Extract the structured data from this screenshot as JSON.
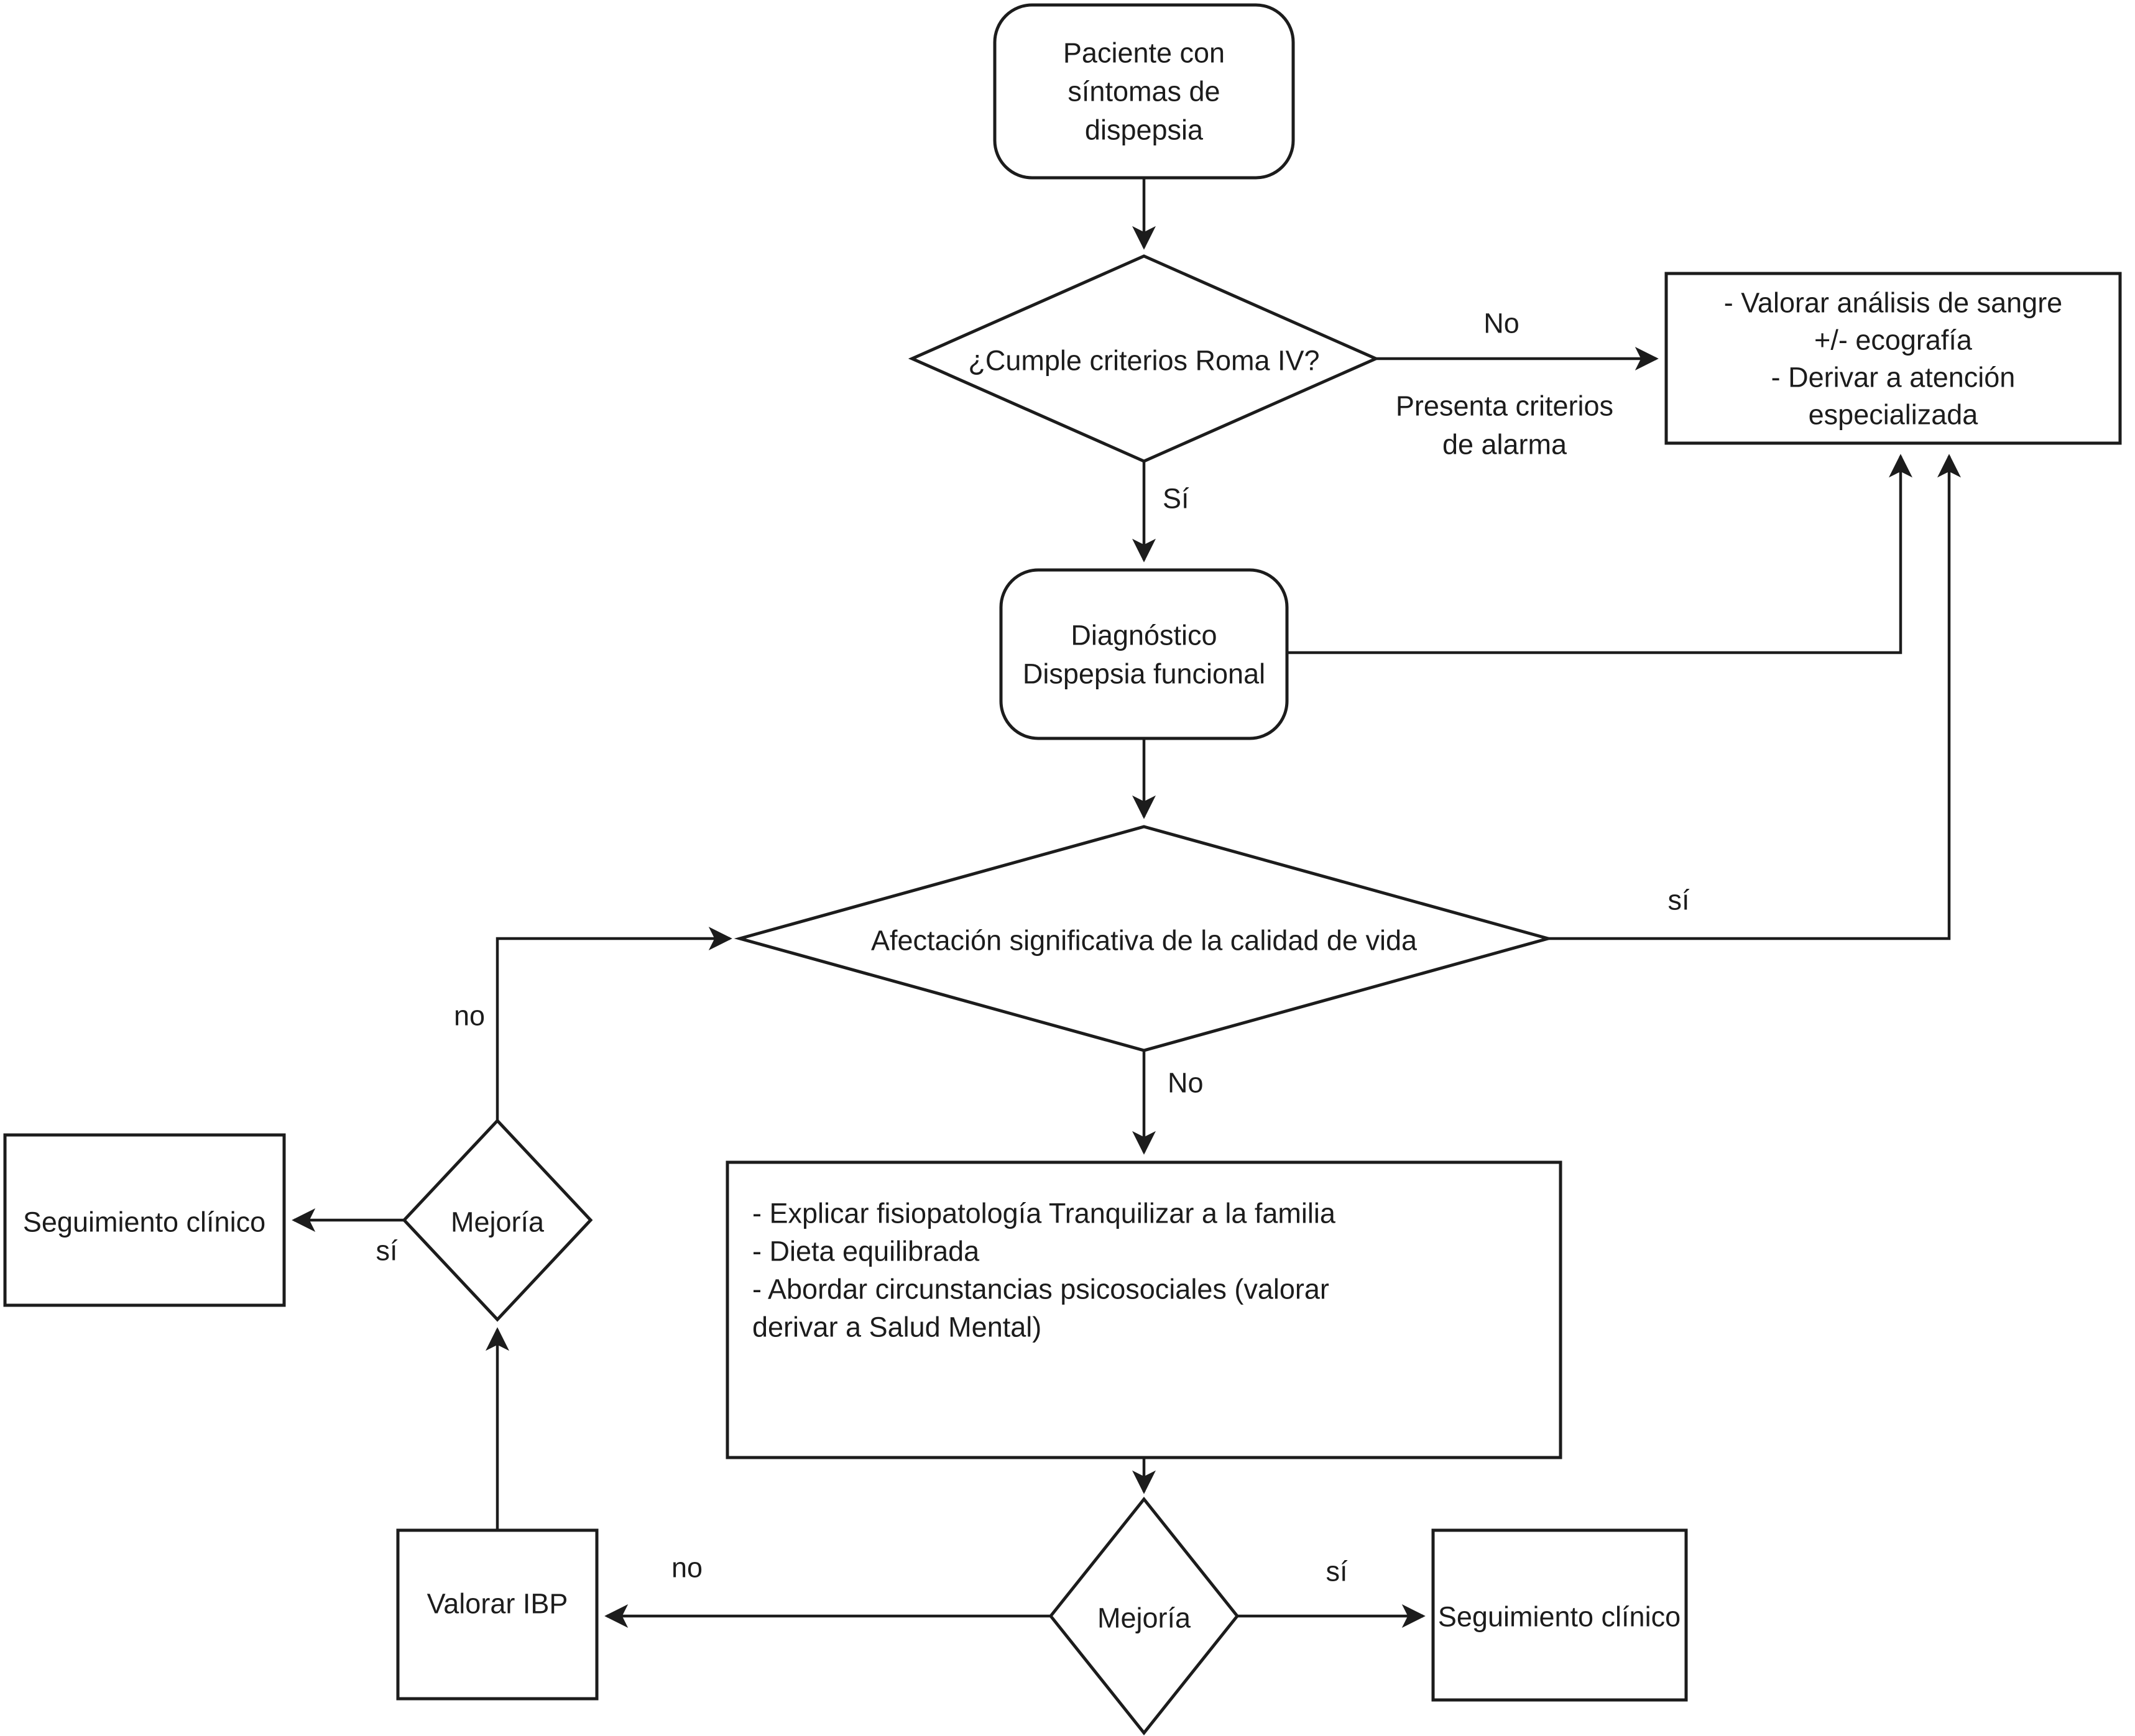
{
  "diagram": {
    "colors": {
      "background": "#ffffff",
      "stroke": "#1c1c1c",
      "text": "#1c1c1c"
    },
    "nodes": {
      "paciente": {
        "type": "rounded-rect",
        "lines": [
          "Paciente con",
          "síntomas de",
          "dispepsia"
        ]
      },
      "roma": {
        "type": "decision",
        "label": "¿Cumple criterios Roma IV?"
      },
      "alarma": {
        "type": "rect",
        "lines": [
          "- Valorar análisis de sangre",
          "+/- ecografía",
          "- Derivar a atención",
          "especializada"
        ]
      },
      "diagnostico": {
        "type": "rounded-rect",
        "lines": [
          "Diagnóstico",
          "Dispepsia funcional"
        ]
      },
      "calidad": {
        "type": "decision",
        "label": "Afectación significativa de la calidad de vida"
      },
      "tratamiento": {
        "type": "rect",
        "lines": [
          "- Explicar fisiopatología Tranquilizar a la familia",
          "- Dieta equilibrada",
          "- Abordar circunstancias psicosociales (valorar",
          "derivar a Salud Mental)"
        ]
      },
      "mejoria_izquierda": {
        "type": "decision",
        "label": "Mejoría"
      },
      "seguimiento_izquierda": {
        "type": "rect",
        "label": "Seguimiento clínico"
      },
      "valorar_ibp": {
        "type": "rect",
        "label": "Valorar IBP"
      },
      "mejoria_inferior": {
        "type": "decision",
        "label": "Mejoría"
      },
      "seguimiento_derecha": {
        "type": "rect",
        "label": "Seguimiento clínico"
      }
    },
    "edge_labels": {
      "roma_no": "No",
      "roma_no_detalle": [
        "Presenta criterios",
        "de alarma"
      ],
      "roma_si": "Sí",
      "calidad_si": "sí",
      "calidad_no": "No",
      "mejoria_izq_no": "no",
      "mejoria_izq_si": "sí",
      "mejoria_inf_no": "no",
      "mejoria_inf_si": "sí"
    }
  }
}
